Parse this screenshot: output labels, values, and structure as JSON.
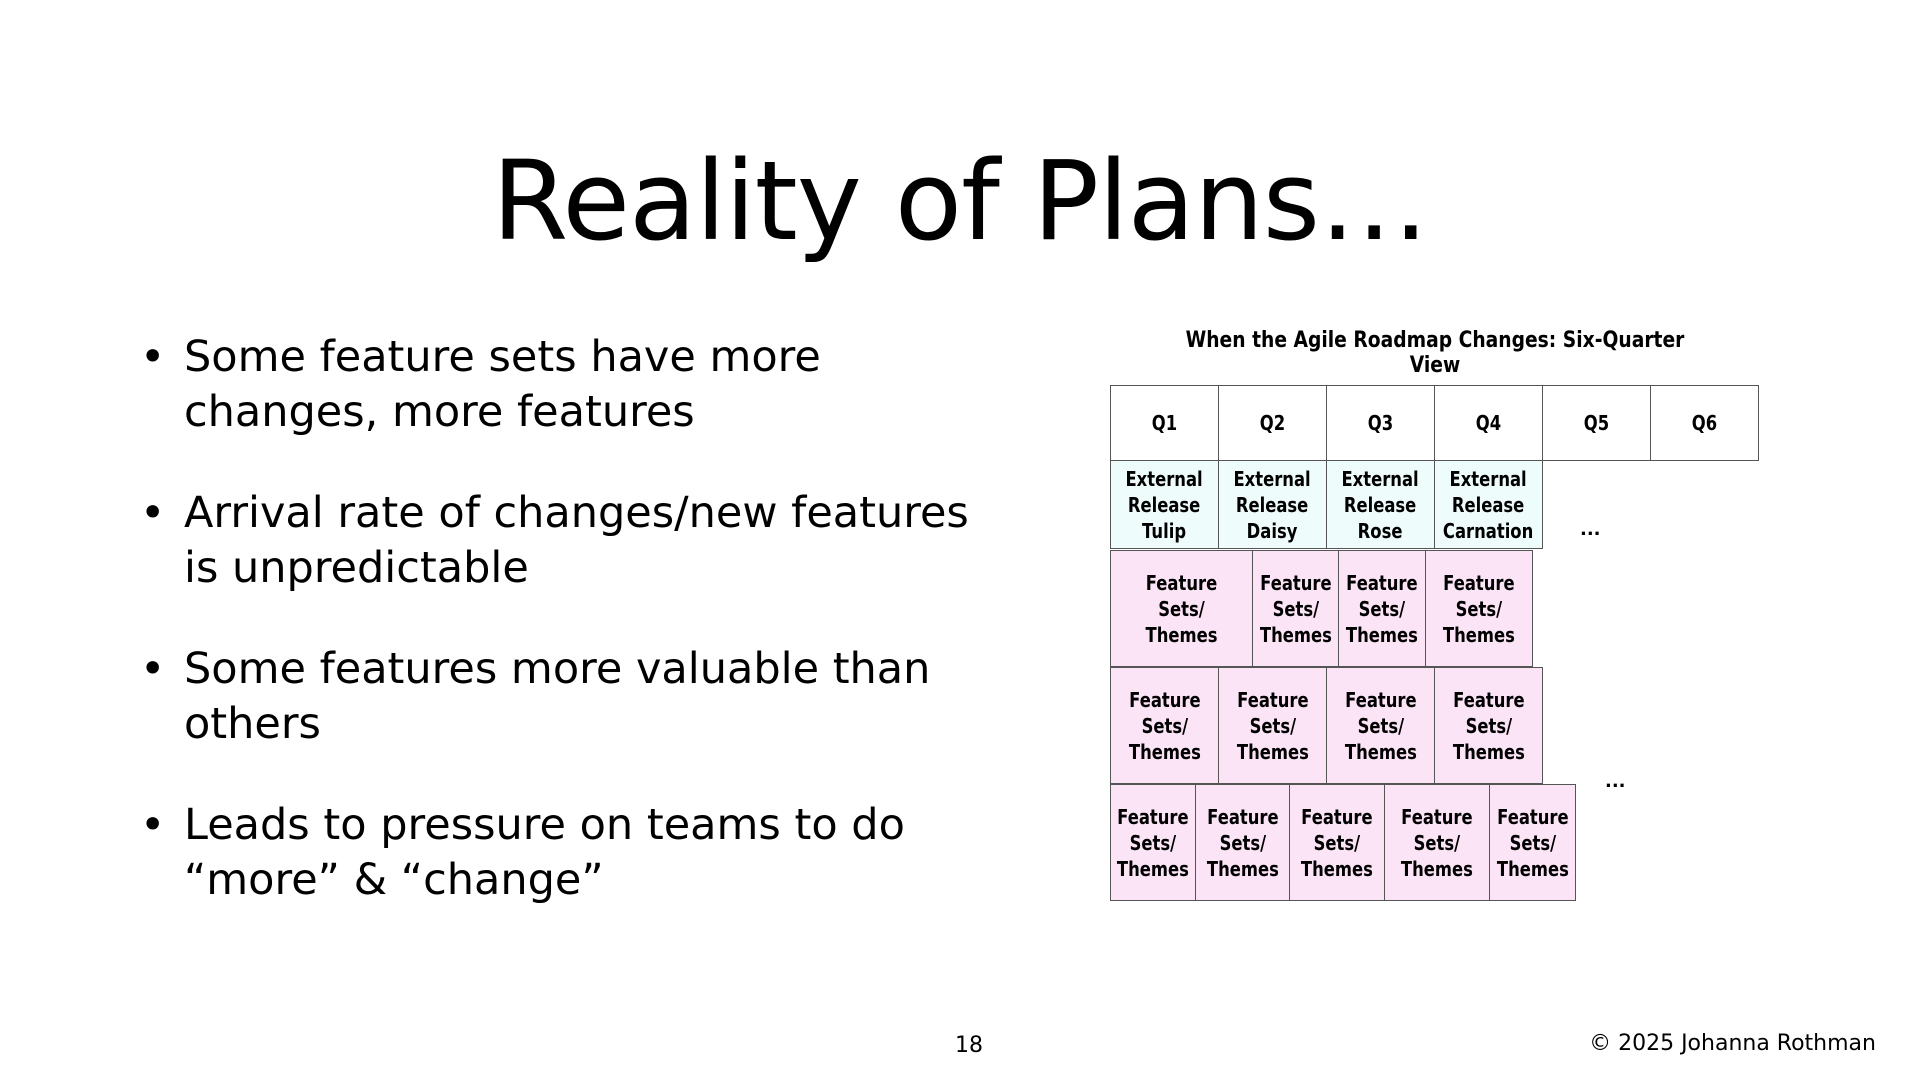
{
  "slide": {
    "title": "Reality of Plans…",
    "bullet_symbol": "•",
    "bullets": [
      "Some feature sets have more changes, more features",
      "Arrival rate of changes/new features is unpredictable",
      "Some features more valuable than others",
      "Leads to pressure on teams to do “more” & “change”"
    ],
    "page_number": "18",
    "copyright": "© 2025 Johanna Rothman"
  },
  "roadmap": {
    "title": "When the Agile Roadmap Changes: Six-Quarter View",
    "quarters": [
      "Q1",
      "Q2",
      "Q3",
      "Q4",
      "Q5",
      "Q6"
    ],
    "releases": [
      "External\nRelease\nTulip",
      "External\nRelease\nDaisy",
      "External\nRelease\nRose",
      "External\nRelease\nCarnation"
    ],
    "ellipsis": "...",
    "feature_row_1": [
      "Feature Sets/\nThemes",
      "Feature\nSets/\nThemes",
      "Feature\nSets/\nThemes",
      "Feature\nSets/\nThemes"
    ],
    "feature_row_2": [
      "Feature\nSets/\nThemes",
      "Feature\nSets/\nThemes",
      "Feature\nSets/\nThemes",
      "Feature\nSets/\nThemes"
    ],
    "feature_row_3": [
      "Feature\nSets/\nThemes",
      "Feature\nSets/\nThemes",
      "Feature\nSets/\nThemes",
      "Feature\nSets/\nThemes",
      "Feature\nSets/\nThemes"
    ],
    "colors": {
      "release_fill": "#effcfc",
      "feature_fill": "#fce4f7",
      "border": "#555555"
    }
  }
}
